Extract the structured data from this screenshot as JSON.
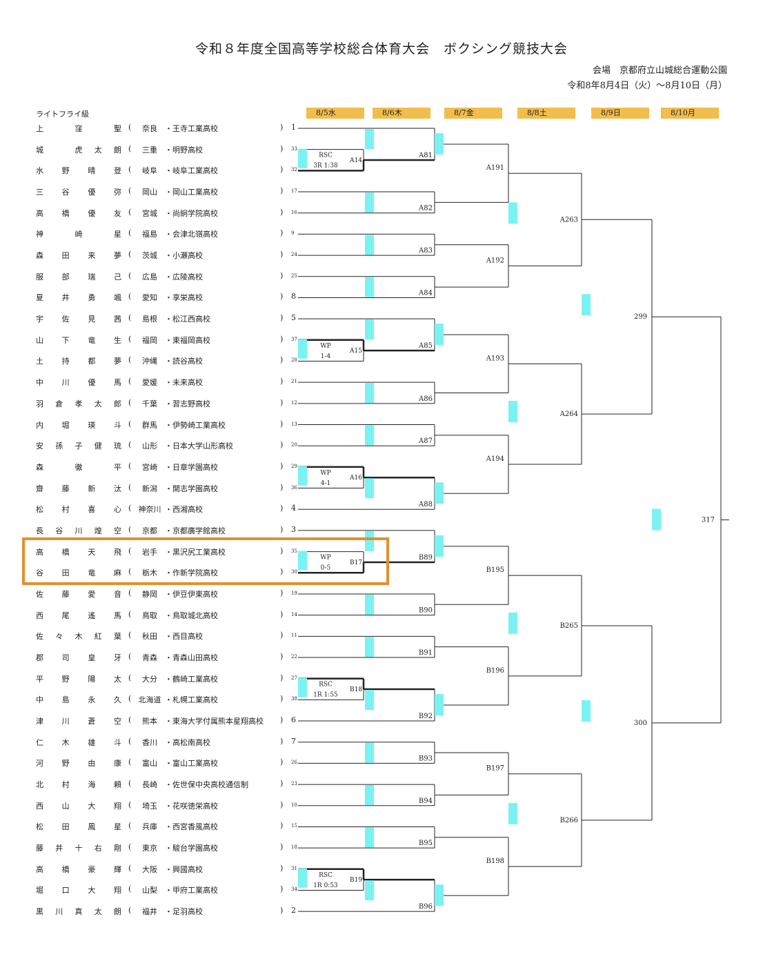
{
  "header": {
    "title": "令和８年度全国高等学校総合体育大会　ボクシング競技大会",
    "venue": "会場　京都府立山城総合運動公園",
    "dates": "令和8年8月4日（火）～8月10日（月）"
  },
  "weight_class": "ライトフライ級",
  "days": [
    "8/5水",
    "8/6木",
    "8/7金",
    "8/8土",
    "8/9日",
    "8/10月"
  ],
  "entries": [
    {
      "name": "上　窪　聖",
      "pref": "奈良",
      "school": "王寺工業高校",
      "no": "1"
    },
    {
      "name": "城　虎太朗",
      "pref": "三重",
      "school": "明野高校",
      "no": "33"
    },
    {
      "name": "水野晴登",
      "pref": "岐阜",
      "school": "岐阜工業高校",
      "no": "32"
    },
    {
      "name": "三谷優弥",
      "pref": "岡山",
      "school": "岡山工業高校",
      "no": "17"
    },
    {
      "name": "高橋優友",
      "pref": "宮城",
      "school": "尚絅学院高校",
      "no": "16"
    },
    {
      "name": "神　崎　星",
      "pref": "福島",
      "school": "会津北嶺高校",
      "no": "9"
    },
    {
      "name": "森田来夢",
      "pref": "茨城",
      "school": "小瀬高校",
      "no": "24"
    },
    {
      "name": "服部瑞己",
      "pref": "広島",
      "school": "広陵高校",
      "no": "25"
    },
    {
      "name": "夏井勇颯",
      "pref": "愛知",
      "school": "享栄高校",
      "no": "8"
    },
    {
      "name": "宇佐見茜",
      "pref": "島根",
      "school": "松江西高校",
      "no": "5"
    },
    {
      "name": "山下竜生",
      "pref": "福岡",
      "school": "東福岡高校",
      "no": "37"
    },
    {
      "name": "土持都夢",
      "pref": "沖縄",
      "school": "読谷高校",
      "no": "28"
    },
    {
      "name": "中川優馬",
      "pref": "愛媛",
      "school": "未来高校",
      "no": "21"
    },
    {
      "name": "羽倉孝太郎",
      "pref": "千葉",
      "school": "習志野高校",
      "no": "12"
    },
    {
      "name": "内堀瑛斗",
      "pref": "群馬",
      "school": "伊勢崎工業高校",
      "no": "13"
    },
    {
      "name": "安孫子健琉",
      "pref": "山形",
      "school": "日本大学山形高校",
      "no": "20"
    },
    {
      "name": "森　徹　平",
      "pref": "宮崎",
      "school": "日章学園高校",
      "no": "29"
    },
    {
      "name": "齋藤新汰",
      "pref": "新潟",
      "school": "開志学園高校",
      "no": "36"
    },
    {
      "name": "松村喜心",
      "pref": "神奈川",
      "school": "西湘高校",
      "no": "4"
    },
    {
      "name": "長谷川煌空",
      "pref": "京都",
      "school": "京都廣学館高校",
      "no": "3"
    },
    {
      "name": "高橋天飛",
      "pref": "岩手",
      "school": "黒沢尻工業高校",
      "no": "35"
    },
    {
      "name": "谷田竜麻",
      "pref": "栃木",
      "school": "作新学院高校",
      "no": "30"
    },
    {
      "name": "佐藤愛音",
      "pref": "静岡",
      "school": "伊豆伊東高校",
      "no": "19"
    },
    {
      "name": "西尾遙馬",
      "pref": "鳥取",
      "school": "鳥取城北高校",
      "no": "14"
    },
    {
      "name": "佐々木紅葉",
      "pref": "秋田",
      "school": "西目高校",
      "no": "11"
    },
    {
      "name": "郡司皇牙",
      "pref": "青森",
      "school": "青森山田高校",
      "no": "22"
    },
    {
      "name": "平野陽太",
      "pref": "大分",
      "school": "鶴崎工業高校",
      "no": "27"
    },
    {
      "name": "中島永久",
      "pref": "北海道",
      "school": "札幌工業高校",
      "no": "38"
    },
    {
      "name": "津川蒼空",
      "pref": "熊本",
      "school": "東海大学付属熊本星翔高校",
      "no": "6"
    },
    {
      "name": "仁木雄斗",
      "pref": "香川",
      "school": "高松南高校",
      "no": "7"
    },
    {
      "name": "河野由康",
      "pref": "富山",
      "school": "富山工業高校",
      "no": "26"
    },
    {
      "name": "北村海頼",
      "pref": "長崎",
      "school": "佐世保中央高校通信制",
      "no": "23"
    },
    {
      "name": "西山大翔",
      "pref": "埼玉",
      "school": "花咲徳栄高校",
      "no": "10"
    },
    {
      "name": "松田鳳星",
      "pref": "兵庫",
      "school": "西宮香風高校",
      "no": "15"
    },
    {
      "name": "藤井十右剛",
      "pref": "東京",
      "school": "駿台学園高校",
      "no": "18"
    },
    {
      "name": "高橋豪輝",
      "pref": "大阪",
      "school": "興國高校",
      "no": "31"
    },
    {
      "name": "堀口大翔",
      "pref": "山梨",
      "school": "甲府工業高校",
      "no": "34"
    },
    {
      "name": "黒川真太朗",
      "pref": "福井",
      "school": "足羽高校",
      "no": "2"
    }
  ],
  "prelim_bouts": [
    {
      "id": "A14",
      "res1": "RSC",
      "res2": "3R 1:38"
    },
    {
      "id": "A15",
      "res1": "WP",
      "res2": "1-4"
    },
    {
      "id": "A16",
      "res1": "WP",
      "res2": "4-1"
    },
    {
      "id": "B17",
      "res1": "WP",
      "res2": "0-5"
    },
    {
      "id": "B18",
      "res1": "RSC",
      "res2": "1R 1:55"
    },
    {
      "id": "B19",
      "res1": "RSC",
      "res2": "1R 0:53"
    }
  ],
  "r2_bouts": [
    "A81",
    "A82",
    "A83",
    "A84",
    "A85",
    "A86",
    "A87",
    "A88",
    "B89",
    "B90",
    "B91",
    "B92",
    "B93",
    "B94",
    "B95",
    "B96"
  ],
  "r3_bouts": [
    "A191",
    "A192",
    "A193",
    "A194",
    "B195",
    "B196",
    "B197",
    "B198"
  ],
  "qf_bouts": [
    "A263",
    "A264",
    "B265",
    "B266"
  ],
  "sf_bouts": [
    "299",
    "300"
  ],
  "final_bout": "317",
  "colors": {
    "day_header": "#f2bd4c",
    "corner_marker": "#7af2f2",
    "highlight": "#e0912e",
    "line": "#222222"
  }
}
